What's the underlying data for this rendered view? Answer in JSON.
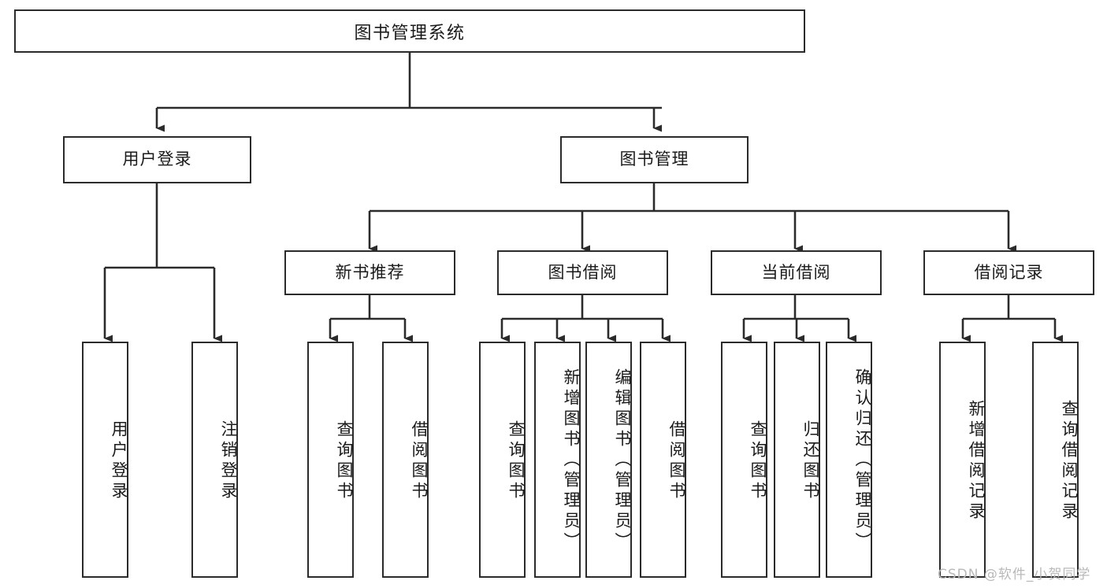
{
  "diagram": {
    "type": "tree-hierarchy",
    "title": "图书管理系统",
    "root": {
      "label": "图书管理系统"
    },
    "level2": [
      {
        "id": "user-login",
        "label": "用户登录"
      },
      {
        "id": "book-management",
        "label": "图书管理"
      }
    ],
    "level3": [
      {
        "id": "new-book-recommend",
        "label": "新书推荐",
        "parent": "book-management"
      },
      {
        "id": "book-borrow",
        "label": "图书借阅",
        "parent": "book-management"
      },
      {
        "id": "current-borrow",
        "label": "当前借阅",
        "parent": "book-management"
      },
      {
        "id": "borrow-record",
        "label": "借阅记录",
        "parent": "book-management"
      }
    ],
    "leaves": [
      {
        "id": "leaf-user-login",
        "label": "用户登录",
        "parent": "user-login"
      },
      {
        "id": "leaf-logout-login",
        "label": "注销登录",
        "parent": "user-login"
      },
      {
        "id": "leaf-query-book-1",
        "label": "查询图书",
        "parent": "new-book-recommend"
      },
      {
        "id": "leaf-borrow-book-1",
        "label": "借阅图书",
        "parent": "new-book-recommend"
      },
      {
        "id": "leaf-query-book-2",
        "label": "查询图书",
        "parent": "book-borrow"
      },
      {
        "id": "leaf-add-book",
        "label": "新增图书（管理员）",
        "parent": "book-borrow"
      },
      {
        "id": "leaf-edit-book",
        "label": "编辑图书（管理员）",
        "parent": "book-borrow"
      },
      {
        "id": "leaf-borrow-book-2",
        "label": "借阅图书",
        "parent": "book-borrow"
      },
      {
        "id": "leaf-query-book-3",
        "label": "查询图书",
        "parent": "current-borrow"
      },
      {
        "id": "leaf-return-book",
        "label": "归还图书",
        "parent": "current-borrow"
      },
      {
        "id": "leaf-confirm-return",
        "label": "确认归还（管理员）",
        "parent": "current-borrow"
      },
      {
        "id": "leaf-add-record",
        "label": "新增借阅记录",
        "parent": "borrow-record"
      },
      {
        "id": "leaf-query-record",
        "label": "查询借阅记录",
        "parent": "borrow-record"
      }
    ]
  },
  "watermark": {
    "text": "CSDN @软件_小贺同学"
  },
  "colors": {
    "border": "#2b2b2b",
    "text": "#1a1a1a",
    "background": "#ffffff",
    "connector": "#2b2b2b",
    "watermark": "#b9b9b9"
  }
}
